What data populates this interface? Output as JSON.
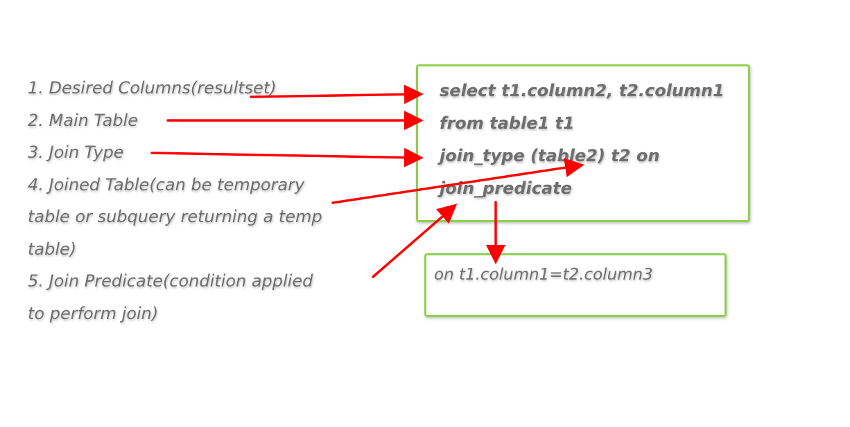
{
  "labels": [
    "1. Desired Columns(resultset)",
    "2. Main Table",
    "3. Join Type",
    "4. Joined Table(can be temporary",
    "table or subquery returning a temp",
    "table)",
    "5. Join Predicate(condition applied",
    "to perform join)"
  ],
  "query_lines": [
    "select t1.column2, t2.column1",
    "from table1 t1",
    "join_type (table2) t2 on",
    "join_predicate"
  ],
  "predicate_detail": "on t1.column1=t2.column3",
  "colors": {
    "arrow": "#ff0000",
    "box_border": "#8fd14f",
    "text": "#6e6e6e"
  }
}
